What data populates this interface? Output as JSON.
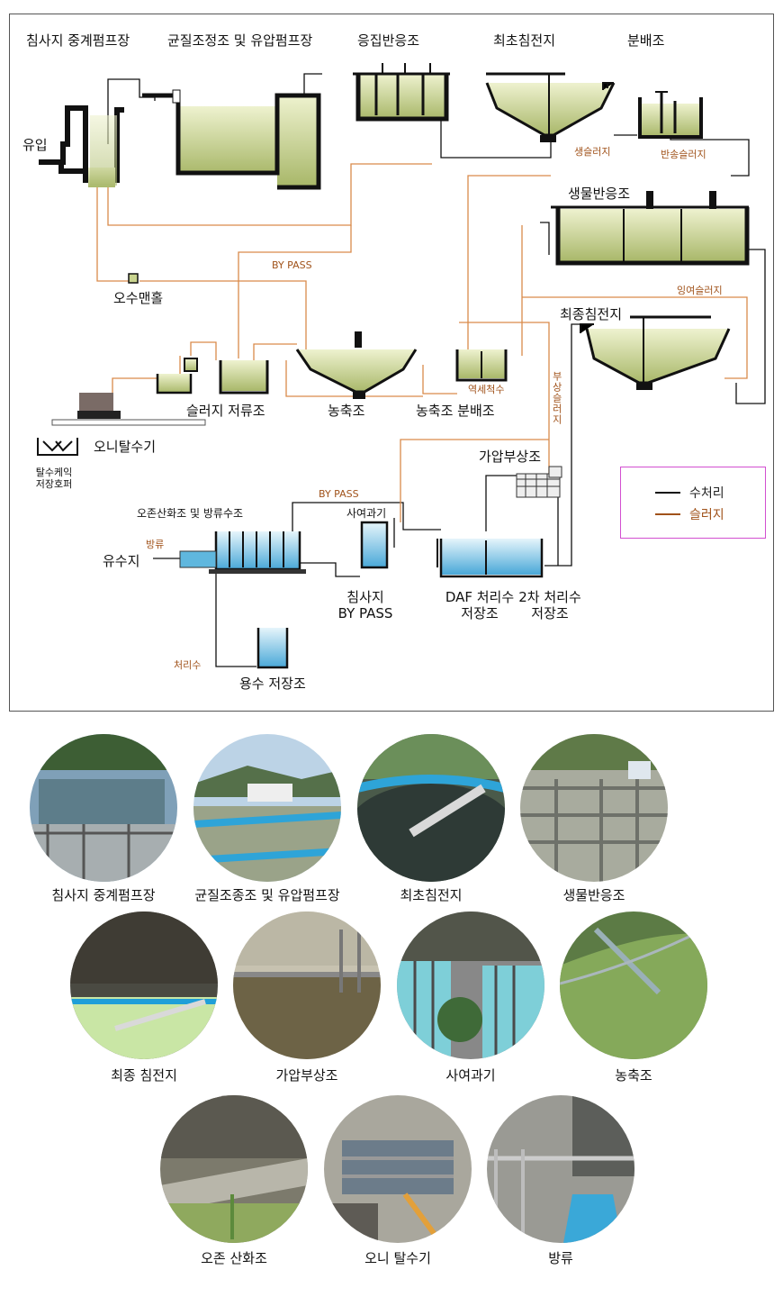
{
  "diagram": {
    "stages": {
      "grit_pump": "침사지 중계펌프장",
      "equalization": "균질조정조 및 유압펌프장",
      "coagulation": "응집반응조",
      "primary_clarifier": "최초침전지",
      "distribution": "분배조",
      "bio_reactor": "생물반응조",
      "final_clarifier": "최종침전지",
      "influent": "유입",
      "sewer_manhole": "오수맨홀",
      "sludge_storage": "슬러지 저류조",
      "thickener": "농축조",
      "thickener_distribution": "농축조 분배조",
      "dewatering": "오니탈수기",
      "cake_hopper": "탈수케익\n저장호퍼",
      "dissolved_air": "가압부상조",
      "ozone": "오존산화조 및 방류수조",
      "sand_filter": "사여과기",
      "grit_bypass": "침사지\nBY PASS",
      "daf_storage": "DAF 처리수\n저장조",
      "secondary_storage": "2차 처리수\n저장조",
      "reservoir": "유수지",
      "water_storage": "용수 저장조"
    },
    "flow_labels": {
      "raw_sludge": "생슬러지",
      "return_sludge": "반송슬러지",
      "excess_sludge": "잉여슬러지",
      "bypass_upper": "BY PASS",
      "bypass_lower": "BY PASS",
      "backflow": "역세척수",
      "float_sludge": "부상슬러지",
      "discharge": "방류",
      "treated": "처리수"
    },
    "legend": {
      "water": "수처리",
      "sludge": "슬러지"
    },
    "colors": {
      "water_line": "#111111",
      "sludge_line": "#d98a4a",
      "tank_fill": "#c9d48f",
      "blue_fill": "#5fb7de"
    }
  },
  "gallery": [
    {
      "caption": "침사지 중계펌프장",
      "icon": "pump-station-photo"
    },
    {
      "caption": "균질조종조 및 유압펌프장",
      "icon": "equalization-tank-photo"
    },
    {
      "caption": "최초침전지",
      "icon": "primary-clarifier-photo"
    },
    {
      "caption": "생물반응조",
      "icon": "bio-reactor-photo"
    },
    {
      "caption": "최종 침전지",
      "icon": "final-clarifier-photo"
    },
    {
      "caption": "가압부상조",
      "icon": "daf-tank-photo"
    },
    {
      "caption": "사여과기",
      "icon": "sand-filter-photo"
    },
    {
      "caption": "농축조",
      "icon": "thickener-photo"
    },
    {
      "caption": "오존 산화조",
      "icon": "ozone-tank-photo"
    },
    {
      "caption": "오니 탈수기",
      "icon": "dewatering-machine-photo"
    },
    {
      "caption": "방류",
      "icon": "discharge-channel-photo"
    }
  ]
}
